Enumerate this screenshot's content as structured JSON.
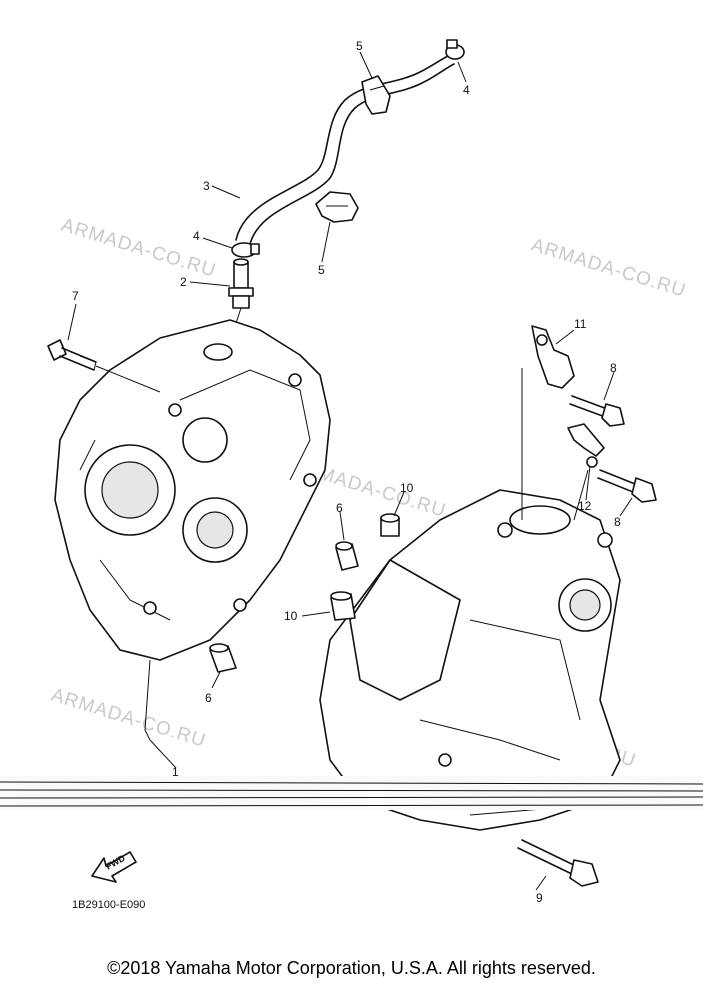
{
  "diagram": {
    "callouts": [
      {
        "id": "c5a",
        "label": "5"
      },
      {
        "id": "c4a",
        "label": "4"
      },
      {
        "id": "c3",
        "label": "3"
      },
      {
        "id": "c4b",
        "label": "4"
      },
      {
        "id": "c2",
        "label": "2"
      },
      {
        "id": "c5b",
        "label": "5"
      },
      {
        "id": "c7",
        "label": "7"
      },
      {
        "id": "c11",
        "label": "11"
      },
      {
        "id": "c8a",
        "label": "8"
      },
      {
        "id": "c12",
        "label": "12"
      },
      {
        "id": "c8b",
        "label": "8"
      },
      {
        "id": "c10a",
        "label": "10"
      },
      {
        "id": "c6a",
        "label": "6"
      },
      {
        "id": "c10b",
        "label": "10"
      },
      {
        "id": "c6b",
        "label": "6"
      },
      {
        "id": "c1",
        "label": "1"
      },
      {
        "id": "c9",
        "label": "9"
      }
    ],
    "watermarks": [
      "ARMADA-CO.RU",
      "ARMADA-CO.RU",
      "ARMADA-CO.RU",
      "ARMADA-CO.RU",
      "ARMADA-CO.RU"
    ],
    "fwd_label": "FWD",
    "drawing_code": "1B29100-E090"
  },
  "footer": {
    "copyright": "©2018 Yamaha Motor Corporation, U.S.A. All rights reserved."
  }
}
